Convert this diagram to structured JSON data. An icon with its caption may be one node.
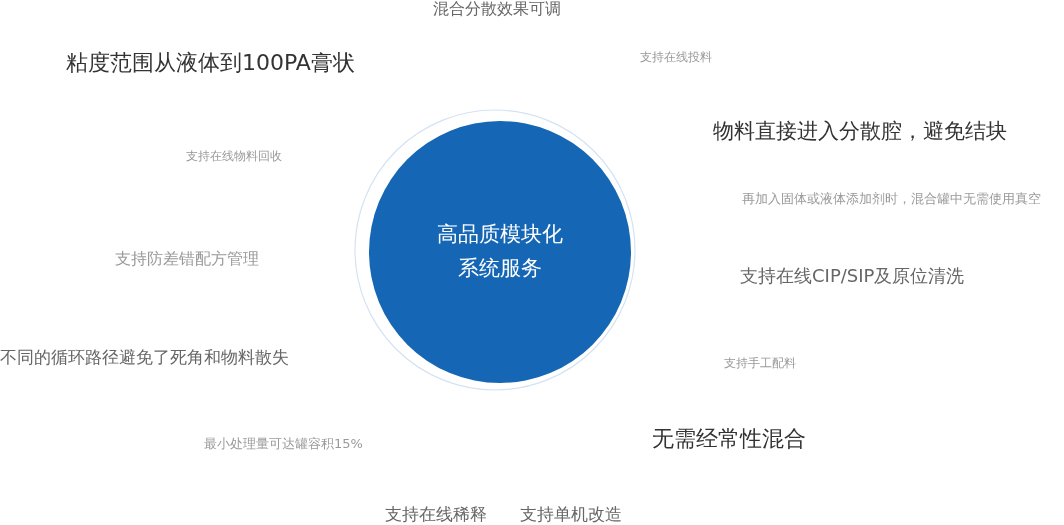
{
  "diagram": {
    "nodes": [
      {
        "text": [
          "高品质模块化系统服务"
        ]
      }
    ],
    "labels": [
      "混合分散效果可调",
      "粘度范围从液体到100PA膏状",
      "支持在线投料",
      "物料直接进入分散腔，避免结块",
      "支持在线物料回收",
      "再加入固体或液体添加剂时，混合罐中无需使用真空",
      "支持防差错配方管理",
      "支持在线CIP/SIP及原位清洗",
      "不同的循环路径避免了死角和物料散失",
      "支持手工配料",
      "无需经常性混合",
      "最小处理量可达罐容积15%",
      "支持在线稀释",
      "支持单机改造"
    ]
  }
}
